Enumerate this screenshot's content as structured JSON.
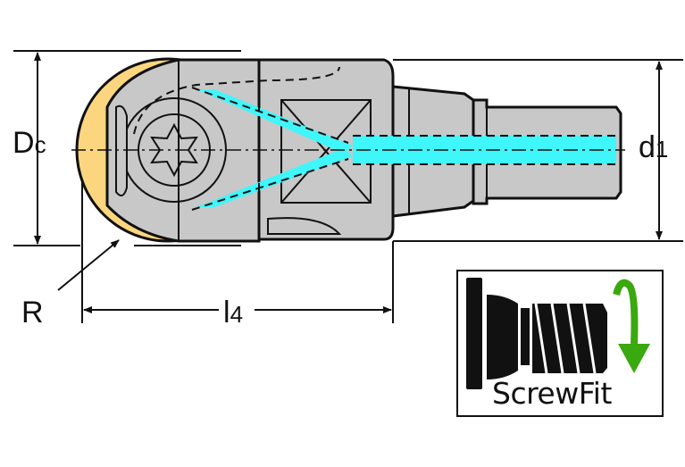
{
  "labels": {
    "dc_main": "D",
    "dc_sub": "c",
    "d1_main": "d",
    "d1_sub": "1",
    "r": "R",
    "l4_main": "l",
    "l4_sub": "4"
  },
  "badge": {
    "text": "ScrewFit"
  },
  "colors": {
    "body": "#c8c8c8",
    "insert": "#fcd67e",
    "coolant": "#3ff6fb",
    "arrow": "#3aa80f",
    "line": "#111111"
  }
}
